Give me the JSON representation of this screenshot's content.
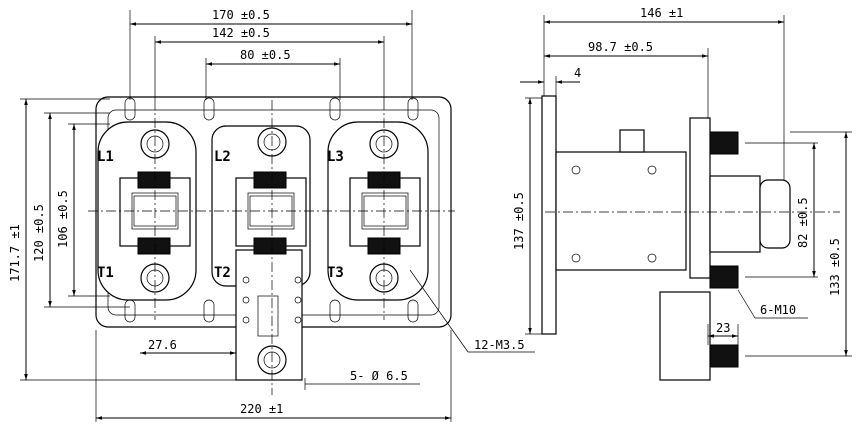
{
  "front_view": {
    "dims": {
      "overall_width": "220 ±1",
      "outer_pitch": "170 ±0.5",
      "inner_pitch": "142 ±0.5",
      "pole_pitch": "80 ±0.5",
      "total_height": "171.7 ±1",
      "mount_height": "120 ±0.5",
      "inner_height": "106 ±0.5",
      "offset": "27.6",
      "holes": "5- Ø 6.5",
      "screws": "12-M3.5"
    },
    "terminals": {
      "line": [
        "L1",
        "L2",
        "L3"
      ],
      "load": [
        "T1",
        "T2",
        "T3"
      ]
    }
  },
  "side_view": {
    "dims": {
      "overall_depth": "146 ±1",
      "depth": "98.7 ±0.5",
      "flange": "4",
      "height": "137 ±0.5",
      "terminal_spacing": "82 ±0.5",
      "terminal_height": "133 ±0.5",
      "thread": "6-M10",
      "offset": "23"
    }
  }
}
